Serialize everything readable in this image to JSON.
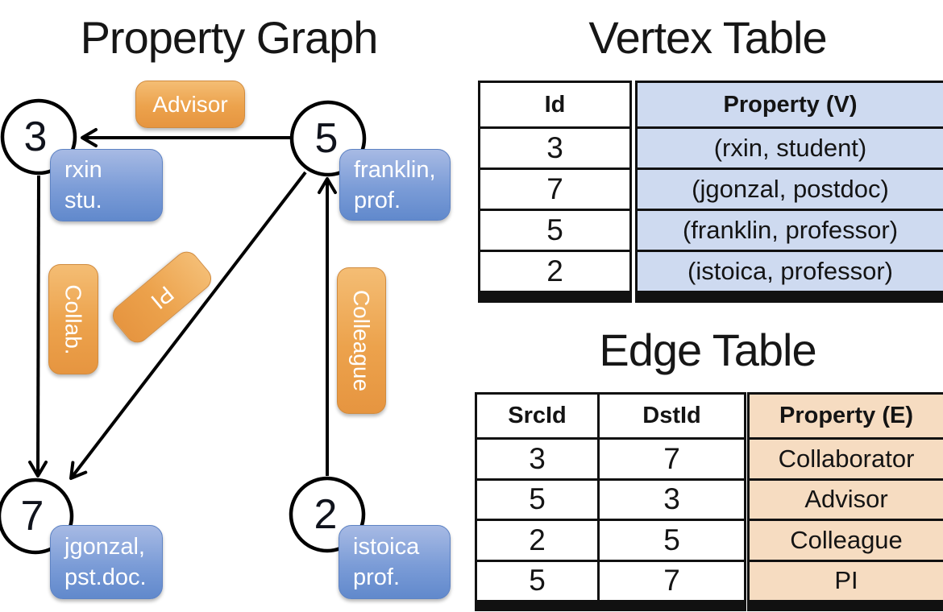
{
  "titles": {
    "graph": "Property Graph",
    "vertex": "Vertex Table",
    "edge": "Edge Table"
  },
  "graph": {
    "nodes": [
      {
        "id": "3"
      },
      {
        "id": "5"
      },
      {
        "id": "7"
      },
      {
        "id": "2"
      }
    ],
    "vertex_properties": [
      {
        "line1": "rxin",
        "line2": "stu."
      },
      {
        "line1": "franklin,",
        "line2": "prof."
      },
      {
        "line1": "jgonzal,",
        "line2": "pst.doc."
      },
      {
        "line1": "istoica",
        "line2": "prof."
      }
    ],
    "edge_labels": [
      {
        "label": "Advisor"
      },
      {
        "label": "Collab."
      },
      {
        "label": "PI"
      },
      {
        "label": "Colleague"
      }
    ]
  },
  "vertex_table": {
    "columns": {
      "id": "Id",
      "property": "Property (V)"
    },
    "rows": [
      {
        "id": "3",
        "property": "(rxin, student)"
      },
      {
        "id": "7",
        "property": "(jgonzal, postdoc)"
      },
      {
        "id": "5",
        "property": "(franklin, professor)"
      },
      {
        "id": "2",
        "property": "(istoica, professor)"
      }
    ]
  },
  "edge_table": {
    "columns": {
      "src": "SrcId",
      "dst": "DstId",
      "property": "Property (E)"
    },
    "rows": [
      {
        "src": "3",
        "dst": "7",
        "property": "Collaborator"
      },
      {
        "src": "5",
        "dst": "3",
        "property": "Advisor"
      },
      {
        "src": "2",
        "dst": "5",
        "property": "Colleague"
      },
      {
        "src": "5",
        "dst": "7",
        "property": "PI"
      }
    ]
  },
  "colors": {
    "edge_label_orange": "#eca24c",
    "vertex_label_blue": "#7b9cd7",
    "vertex_table_fill": "#cedaf0",
    "edge_table_fill": "#f6dcc1",
    "line_black": "#000000"
  }
}
